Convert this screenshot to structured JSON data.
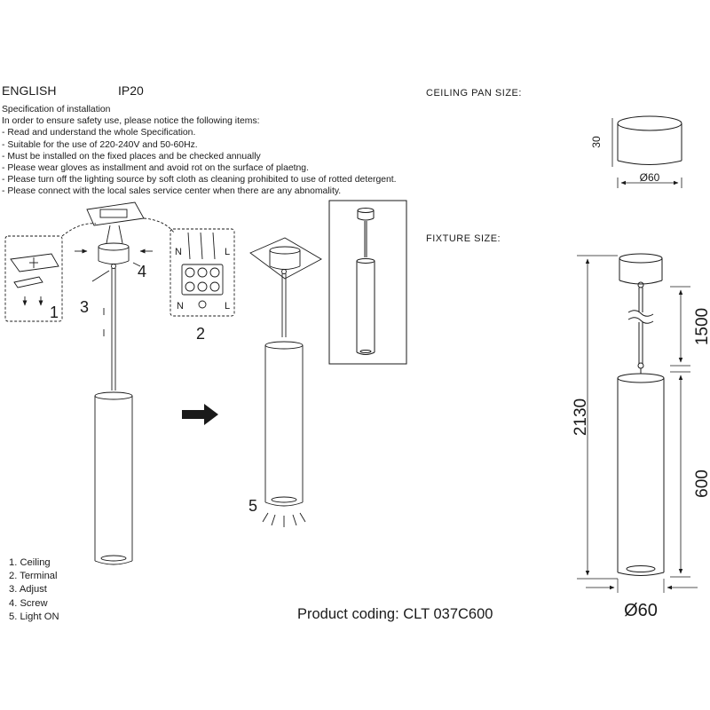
{
  "header": {
    "language": "ENGLISH",
    "ip_rating": "IP20"
  },
  "spec": {
    "title": "Specification of installation",
    "intro": "In order to ensure safety use, please notice the following items:",
    "items": [
      "- Read and understand the whole Specification.",
      "- Suitable for the use of 220-240V and 50-60Hz.",
      "- Must be installed on the fixed places and be checked annually",
      "- Please wear gloves as installment and avoid rot on the surface of plaetng.",
      "- Please turn off the lighting source by soft cloth as cleaning prohibited to use of rotted detergent.",
      "- Please connect with the local sales service center when there are any abnomality."
    ]
  },
  "ceiling_pan": {
    "heading": "CEILING PAN  SIZE:",
    "height": "30",
    "diameter": "Ø60"
  },
  "fixture": {
    "heading": "FIXTURE SIZE:",
    "total_height": "2130",
    "cable_length": "1500",
    "body_length": "600",
    "diameter": "Ø60"
  },
  "steps": {
    "n1": "1",
    "n2": "2",
    "n3": "3",
    "n4": "4",
    "n5": "5"
  },
  "wiring": {
    "neutral": "N",
    "live": "L"
  },
  "legend": [
    "1. Ceiling",
    "2. Terminal",
    "3. Adjust",
    "4. Screw",
    "5. Light ON"
  ],
  "product": {
    "coding": "Product coding: CLT 037C600"
  }
}
